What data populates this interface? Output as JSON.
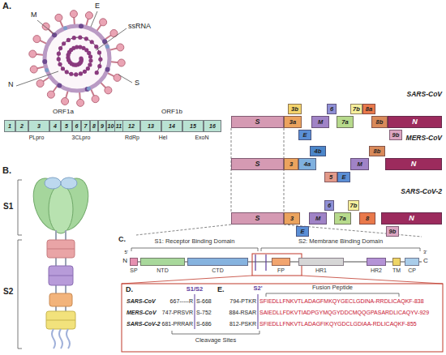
{
  "diagram": {
    "nodes": [
      {
        "text": [
          "1"
        ]
      },
      {
        "text": [
          "2"
        ]
      },
      {
        "text": [
          "3"
        ]
      },
      {
        "text": [
          "4"
        ]
      },
      {
        "text": [
          "5"
        ]
      },
      {
        "text": [
          "6"
        ]
      },
      {
        "text": [
          "7"
        ]
      },
      {
        "text": [
          "8"
        ]
      },
      {
        "text": [
          "9"
        ]
      },
      {
        "text": [
          "10"
        ]
      },
      {
        "text": [
          "11"
        ]
      },
      {
        "text": [
          "12"
        ]
      },
      {
        "text": [
          "13"
        ]
      },
      {
        "text": [
          "14"
        ]
      },
      {
        "text": [
          "15"
        ]
      },
      {
        "text": [
          "16"
        ]
      },
      {
        "text": [
          "S"
        ]
      },
      {
        "text": [
          "3a"
        ]
      },
      {
        "text": [
          "3b"
        ]
      },
      {
        "text": [
          "E"
        ]
      },
      {
        "text": [
          "M"
        ]
      },
      {
        "text": [
          "6"
        ]
      },
      {
        "text": [
          "7a"
        ]
      },
      {
        "text": [
          "7b"
        ]
      },
      {
        "text": [
          "8a"
        ]
      },
      {
        "text": [
          "8b"
        ]
      },
      {
        "text": [
          "9b"
        ]
      },
      {
        "text": [
          "N"
        ]
      },
      {
        "text": [
          "S"
        ]
      },
      {
        "text": [
          "3"
        ]
      },
      {
        "text": [
          "4a"
        ]
      },
      {
        "text": [
          "4b"
        ]
      },
      {
        "text": [
          "5"
        ]
      },
      {
        "text": [
          "E"
        ]
      },
      {
        "text": [
          "M"
        ]
      },
      {
        "text": [
          "8b"
        ]
      },
      {
        "text": [
          "N"
        ]
      },
      {
        "text": [
          "S"
        ]
      },
      {
        "text": [
          "3"
        ]
      },
      {
        "text": [
          "E"
        ]
      },
      {
        "text": [
          "M"
        ]
      },
      {
        "text": [
          "6"
        ]
      },
      {
        "text": [
          "7a"
        ]
      },
      {
        "text": [
          "7b"
        ]
      },
      {
        "text": [
          "8"
        ]
      },
      {
        "text": [
          "9b"
        ]
      },
      {
        "text": [
          "N"
        ]
      },
      {
        "text": [
          "SP"
        ]
      },
      {
        "text": [
          "NTD"
        ]
      },
      {
        "text": [
          "CTD"
        ]
      },
      {
        "text": [
          "FP"
        ]
      },
      {
        "text": [
          "HR1"
        ]
      },
      {
        "text": [
          "HR2"
        ]
      },
      {
        "text": [
          "TM"
        ]
      },
      {
        "text": [
          "CP"
        ]
      }
    ],
    "labels": [
      "A.",
      "M",
      "E",
      "ssRNA",
      "S",
      "N",
      "ORF1a",
      "ORF1b",
      "PLpro",
      "3CLpro",
      "RdRp",
      "Hel",
      "ExoN",
      "SARS-CoV",
      "MERS-CoV",
      "SARS-CoV-2",
      "B.",
      "S1",
      "S2",
      "C.",
      "S1: Receptor Binding Domain",
      "S2: Membrane Binding Domain",
      "N",
      "C",
      "5'",
      "3'",
      "D.",
      "S1/S2",
      "SARS-CoV",
      "MERS-CoV",
      "SARS-CoV-2",
      "667-----R",
      "S-668",
      "747-PRSVR",
      "S-752",
      "681-PRRAR",
      "S-686",
      "Cleavage Sites",
      "E.",
      "S2'",
      "Fusion Peptide",
      "794-PTKR",
      "SFIEDLLFNKVTLADAGFMKQYGECLGDINA-RRDLICAQKF-838",
      "884-RSAR",
      "SAIEDLLFDKVTIADPGYMQGYDDCMQQGPASARDLICAQYV-929",
      "812-PSKR",
      "SFIEDLLFNKVTLADAGFIKQYGDCLGDIAA-RDLICAQKF-855"
    ]
  }
}
